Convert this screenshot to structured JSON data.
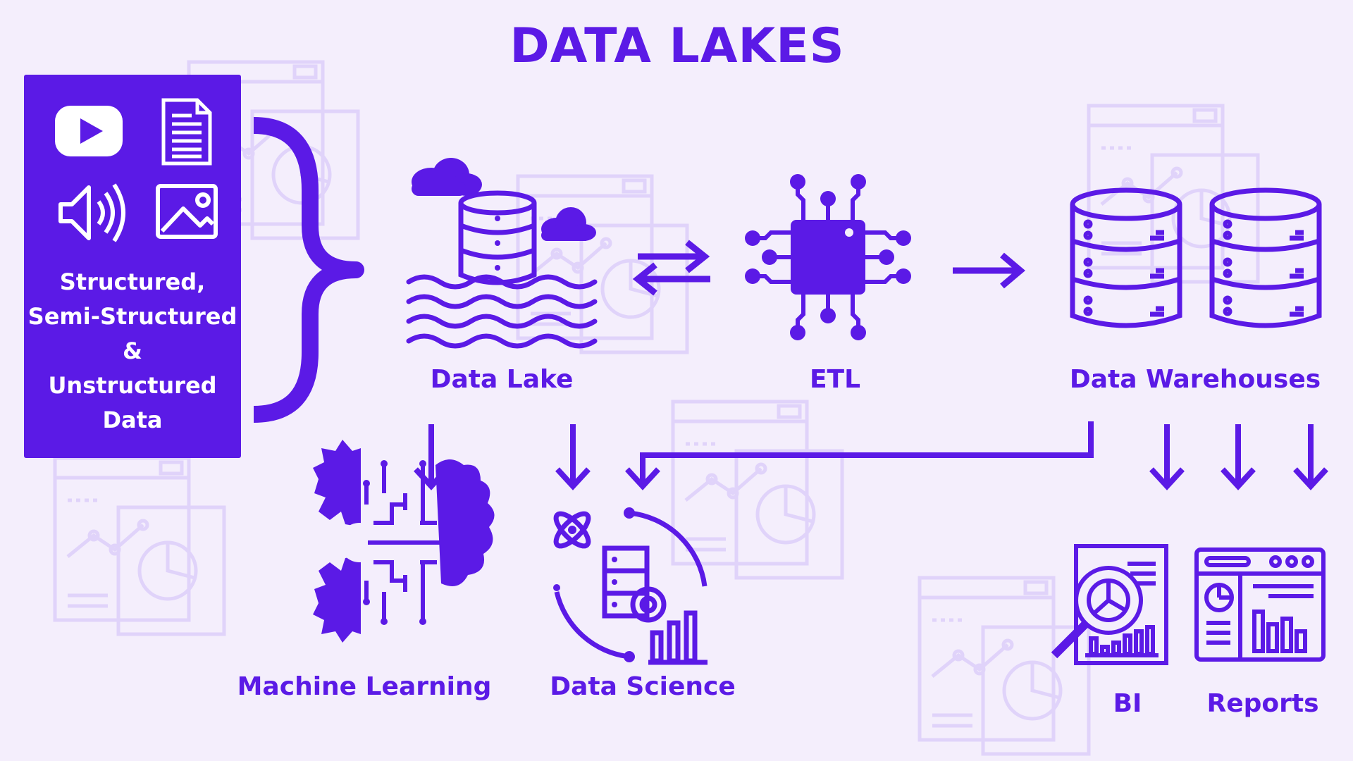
{
  "title": "DATA LAKES",
  "source": {
    "lines": [
      "Structured,",
      "Semi-Structured",
      "&",
      "Unstructured",
      "Data"
    ],
    "icons": [
      "video-play-icon",
      "document-icon",
      "audio-speaker-icon",
      "image-icon"
    ]
  },
  "nodes": {
    "data_lake": "Data Lake",
    "etl": "ETL",
    "data_warehouses": "Data Warehouses",
    "machine_learning": "Machine Learning",
    "data_science": "Data Science",
    "bi": "BI",
    "reports": "Reports"
  },
  "colors": {
    "accent": "#5b1ae6",
    "background": "#f4eefc",
    "watermark": "#e2d6fb",
    "panel_text": "#ffffff"
  }
}
